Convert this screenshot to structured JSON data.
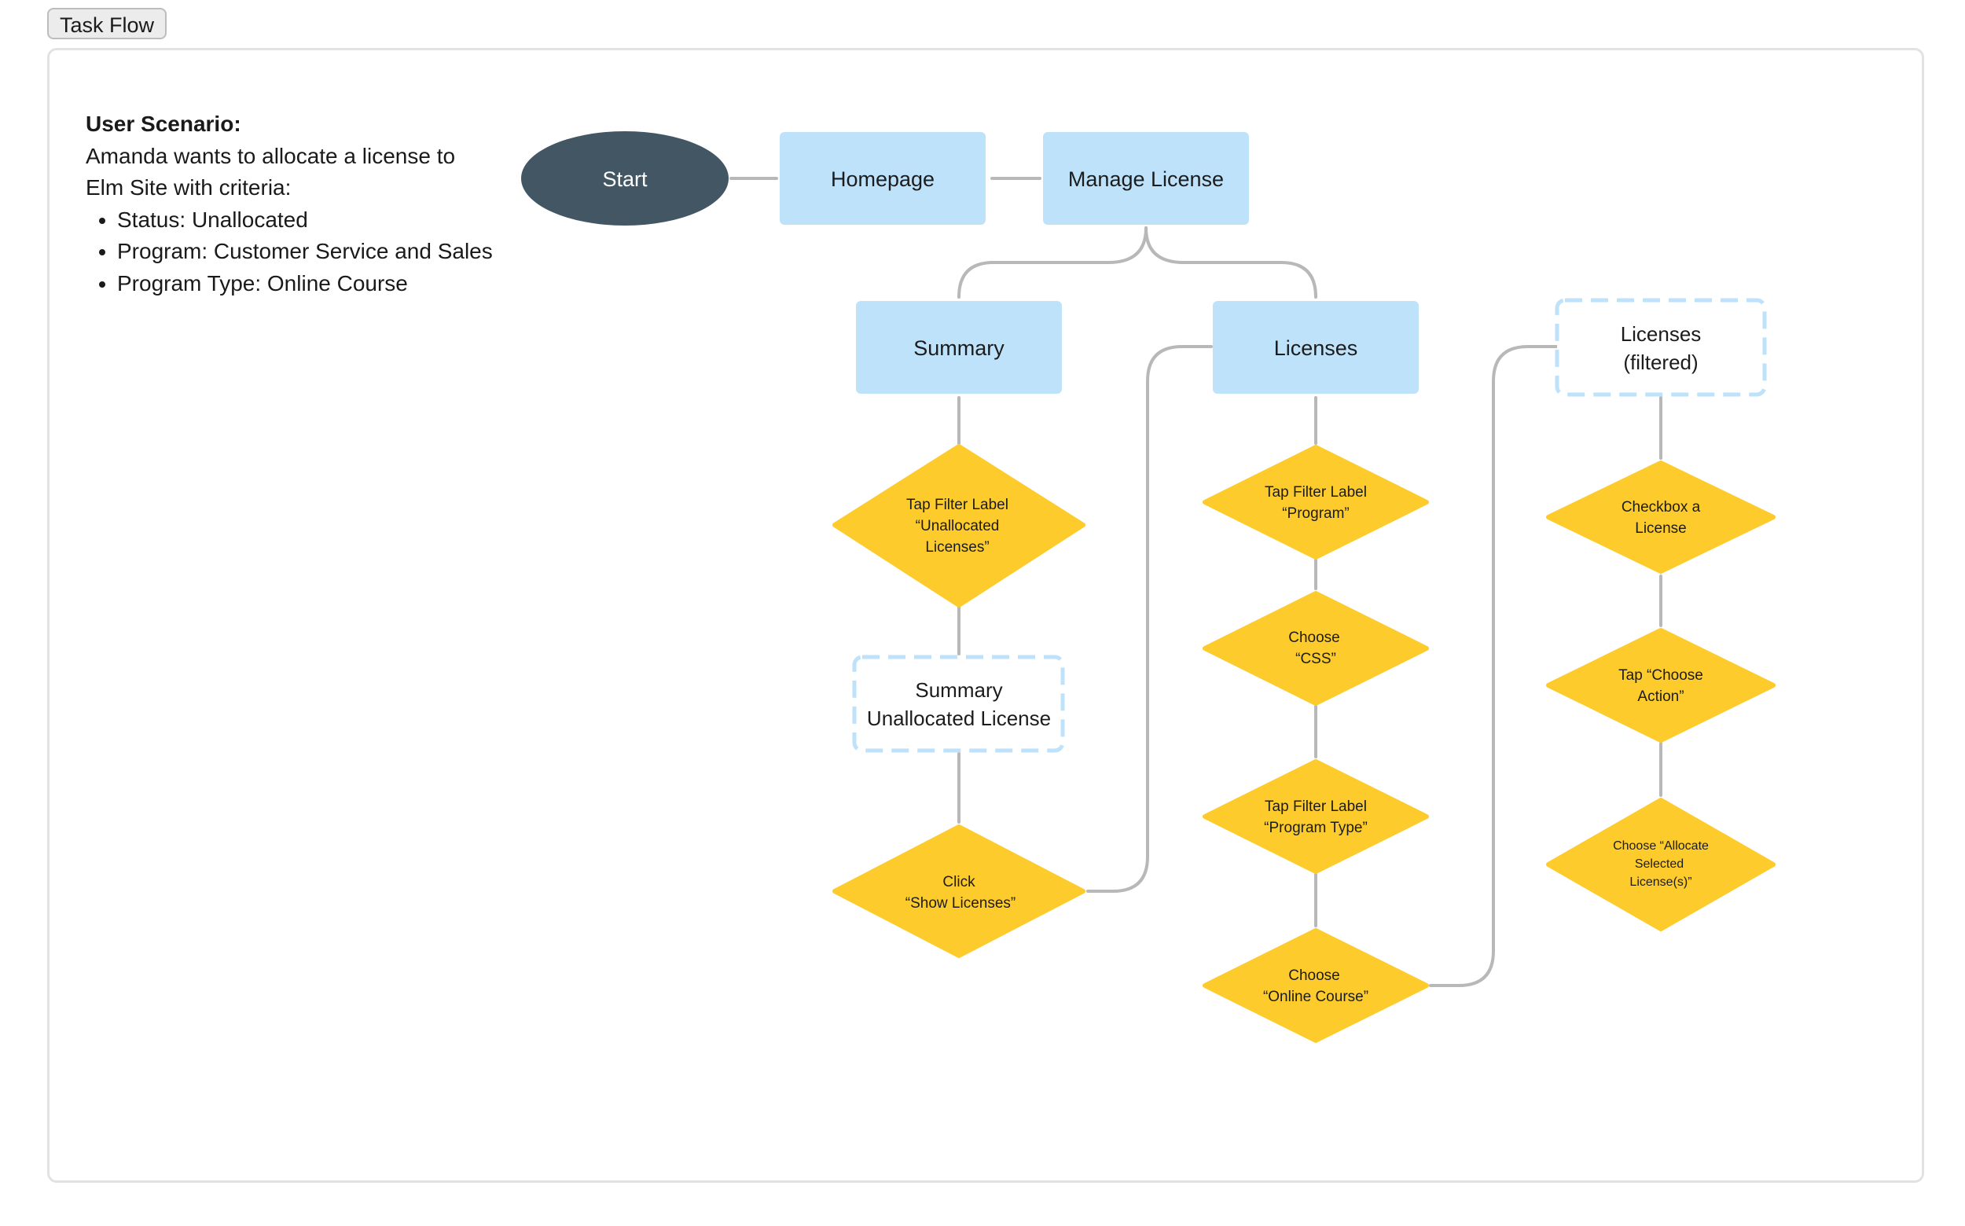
{
  "tag_label": "Task Flow",
  "scenario": {
    "heading": "User Scenario:",
    "intro": "Amanda wants to allocate a license to Elm Site with criteria:",
    "criteria": [
      "Status: Unallocated",
      "Program: Customer Service and Sales",
      "Program Type: Online Course"
    ]
  },
  "colors": {
    "start_fill": "#435664",
    "screen_fill": "#bfe2fb",
    "dashed_border": "#bfe2fb",
    "action_fill": "#fdcb2c",
    "connector": "#b8b8b8"
  },
  "nodes": {
    "start": "Start",
    "homepage": "Homepage",
    "manage_license": "Manage License",
    "summary": "Summary",
    "licenses": "Licenses",
    "licenses_filtered": [
      "Licenses",
      "(filtered)"
    ],
    "tap_unallocated": [
      "Tap Filter Label",
      "“Unallocated",
      "Licenses”"
    ],
    "summary_unallocated": [
      "Summary",
      "Unallocated License"
    ],
    "click_show_licenses": [
      "Click",
      "“Show Licenses”"
    ],
    "tap_program": [
      "Tap Filter Label",
      "“Program”"
    ],
    "choose_css": [
      "Choose",
      "“CSS”"
    ],
    "tap_program_type": [
      "Tap Filter Label",
      "“Program Type”"
    ],
    "choose_online_course": [
      "Choose",
      "“Online Course”"
    ],
    "checkbox_license": [
      "Checkbox a",
      "License"
    ],
    "tap_choose_action": [
      "Tap “Choose",
      "Action”"
    ],
    "choose_allocate": [
      "Choose “Allocate",
      "Selected",
      "License(s)”"
    ]
  }
}
